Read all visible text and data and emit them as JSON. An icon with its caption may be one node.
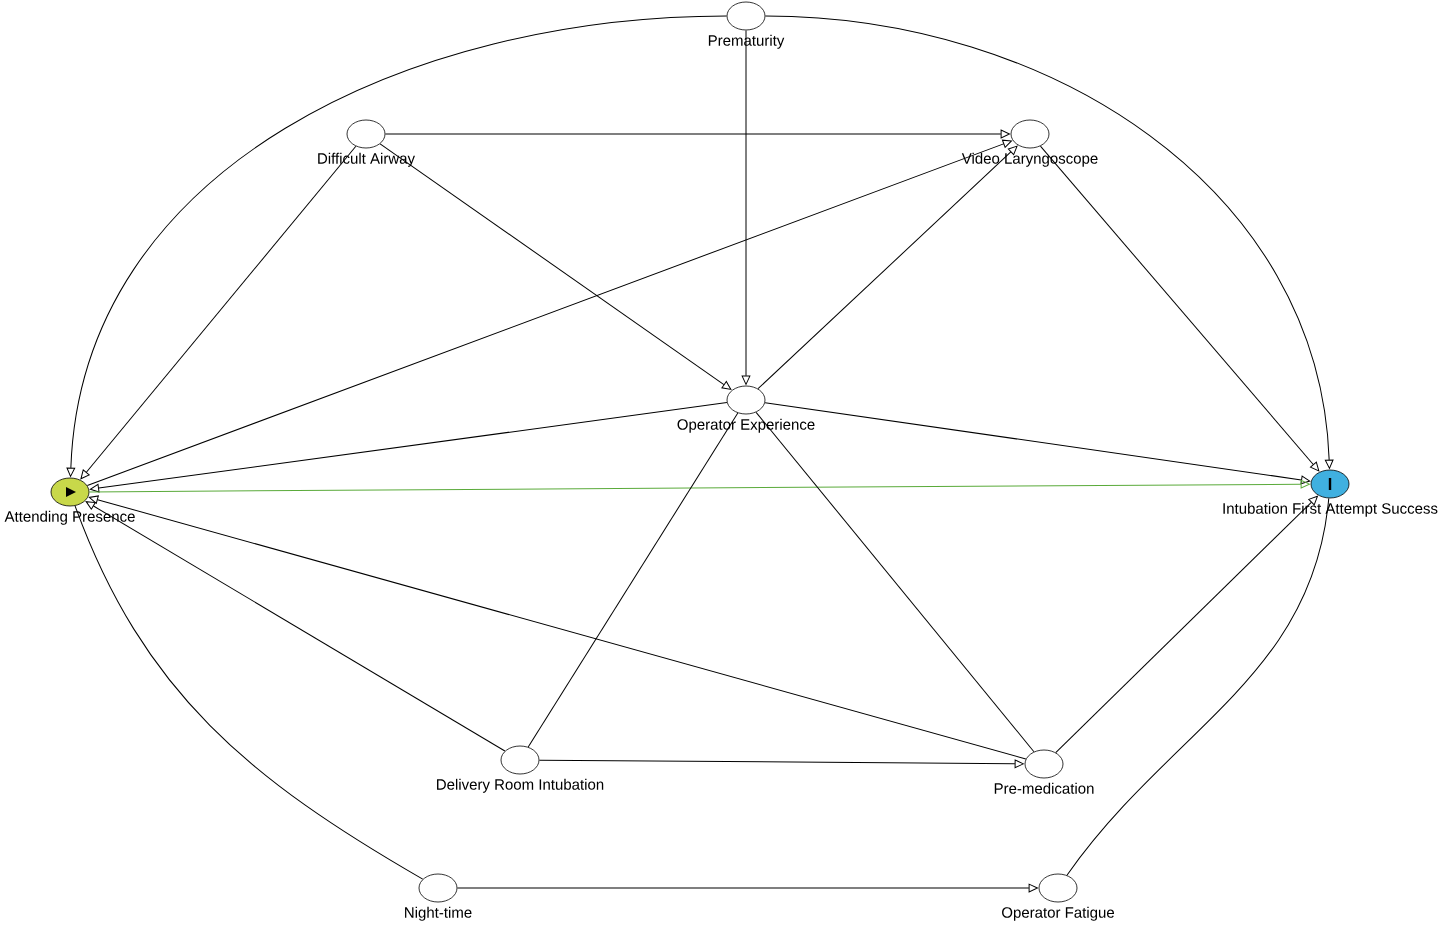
{
  "diagram": {
    "nodes": [
      {
        "text": [
          "Prematurity"
        ]
      },
      {
        "text": [
          "Difficult Airway"
        ]
      },
      {
        "text": [
          "Video Laryngoscope"
        ]
      },
      {
        "text": [
          "Operator Experience"
        ]
      },
      {
        "text": [
          "Attending Presence"
        ]
      },
      {
        "text": [
          "Intubation First Attempt Success"
        ]
      },
      {
        "text": [
          "Delivery Room Intubation"
        ]
      },
      {
        "text": [
          "Pre-medication"
        ]
      },
      {
        "text": [
          "Night-time"
        ]
      },
      {
        "text": [
          "Operator Fatigue"
        ]
      }
    ],
    "edges": [
      {
        "from": 0,
        "to": 4,
        "arrow": "to"
      },
      {
        "from": 0,
        "to": 3,
        "arrow": "to"
      },
      {
        "from": 0,
        "to": 5,
        "arrow": "to"
      },
      {
        "from": 1,
        "to": 2,
        "arrow": "to"
      },
      {
        "from": 1,
        "to": 4,
        "arrow": "to"
      },
      {
        "from": 1,
        "to": 3,
        "arrow": "to"
      },
      {
        "from": 4,
        "to": 2,
        "arrow": "to"
      },
      {
        "from": 3,
        "to": 2,
        "arrow": "to"
      },
      {
        "from": 2,
        "to": 5,
        "arrow": "to"
      },
      {
        "from": 3,
        "to": 4,
        "arrow": "to"
      },
      {
        "from": 3,
        "to": 5,
        "arrow": "to"
      },
      {
        "from": 4,
        "to": 5,
        "arrow": "to",
        "color": "#5aaa3a"
      },
      {
        "from": 6,
        "to": 3,
        "arrow": "none"
      },
      {
        "from": 3,
        "to": 7,
        "arrow": "none"
      },
      {
        "from": 6,
        "to": 4,
        "arrow": "to"
      },
      {
        "from": 7,
        "to": 4,
        "arrow": "to"
      },
      {
        "from": 6,
        "to": 7,
        "arrow": "to"
      },
      {
        "from": 7,
        "to": 5,
        "arrow": "to"
      },
      {
        "from": 8,
        "to": 4,
        "arrow": "none"
      },
      {
        "from": 8,
        "to": 9,
        "arrow": "to"
      },
      {
        "from": 9,
        "to": 5,
        "arrow": "none"
      }
    ]
  }
}
